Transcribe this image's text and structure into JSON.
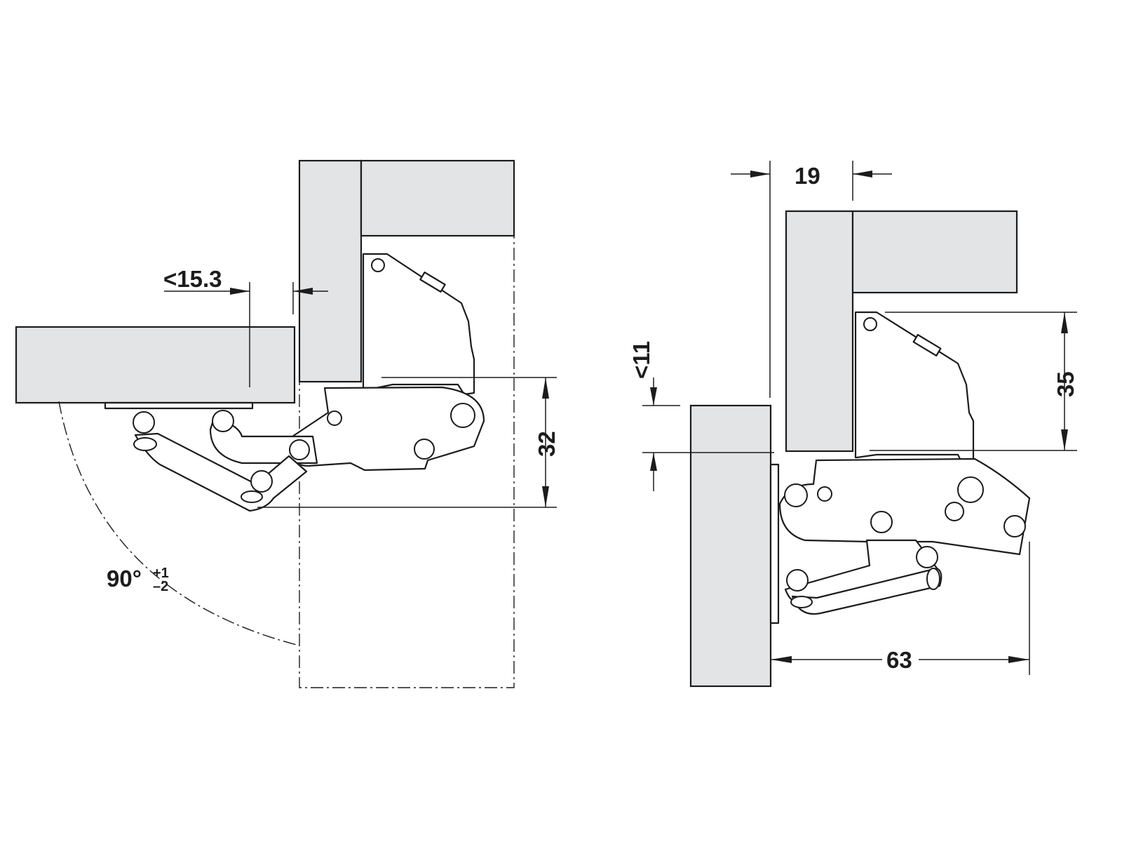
{
  "left_view": {
    "overlay_dim": "<15.3",
    "drill_depth_dim": "32",
    "angle_value": "90°",
    "angle_tol_plus": "+1",
    "angle_tol_minus": "–2"
  },
  "right_view": {
    "thickness_dim": "19",
    "gap_dim": "<11",
    "height_dim": "35",
    "projection_dim": "63"
  }
}
